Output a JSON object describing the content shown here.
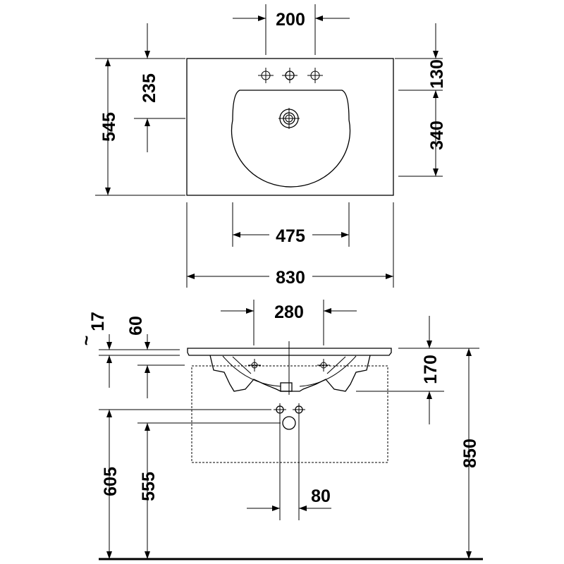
{
  "top_view": {
    "tap_hole_spacing": "200",
    "tap_to_back_edge": "130",
    "drain_from_back": "235",
    "basin_depth": "340",
    "overall_depth": "545",
    "basin_width": "475",
    "overall_width": "830"
  },
  "front_view": {
    "overflow_spacing": "280",
    "rim_tilde": "~",
    "rim_offset": "17",
    "rim_thickness": "60",
    "basin_height": "170",
    "supply_height": "605",
    "waste_height": "555",
    "supply_spacing": "80",
    "total_height": "850"
  }
}
